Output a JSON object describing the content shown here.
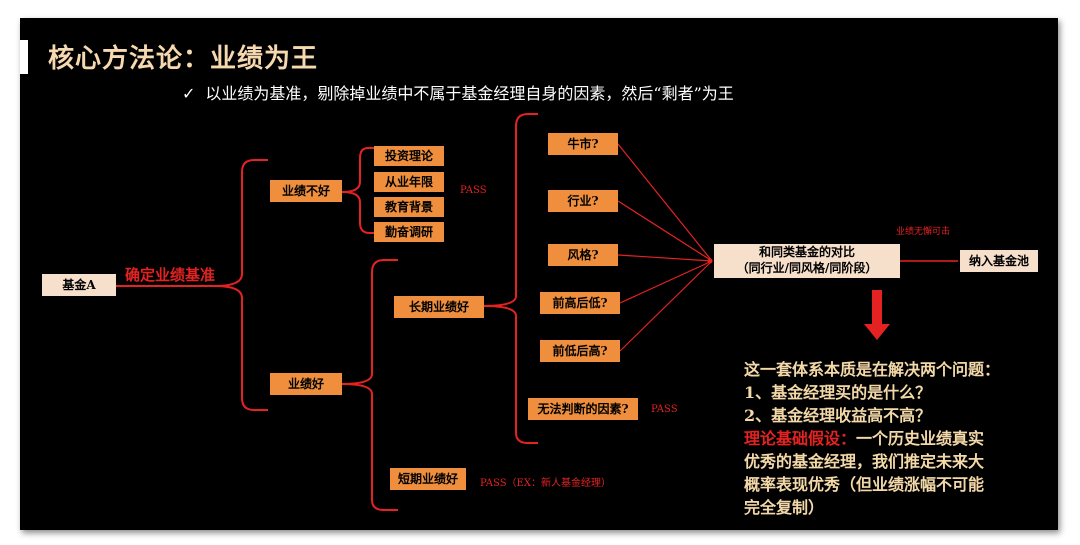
{
  "title": "核心方法论：业绩为王",
  "subtitle": "以业绩为基准，剔除掉业绩中不属于基金经理自身的因素，然后“剩者”为王",
  "nodes": {
    "fund_a": "基金A",
    "determine": "确定业绩基准",
    "bad": "业绩不好",
    "good": "业绩好",
    "bad_items": [
      "投资理论",
      "从业年限",
      "教育背景",
      "勤奋调研"
    ],
    "bad_pass": "PASS",
    "long_good": "长期业绩好",
    "short_good": "短期业绩好",
    "short_pass": "PASS（EX：新人基金经理）",
    "factors": [
      "牛市?",
      "行业?",
      "风格?",
      "前高后低?",
      "前低后高?"
    ],
    "unknown": "无法判断的因素?",
    "unknown_pass": "PASS",
    "compare_line1": "和同类基金的对比",
    "compare_line2": "（同行业/同风格/同阶段）",
    "flawless": "业绩无懈可击",
    "pool": "纳入基金池"
  },
  "note": {
    "l1": "这一套体系本质是在解决两个问题：",
    "l2": "1、基金经理买的是什么？",
    "l3": "2、基金经理收益高不高？",
    "l4_hl": "理论基础假设：",
    "l4_rest": "一个历史业绩真实",
    "l5": "优秀的基金经理，我们推定未来大",
    "l6": "概率表现优秀（但业绩涨幅不可能",
    "l7": "完全复制）"
  },
  "colors": {
    "background": "#000000",
    "box_orange": "#ef8f3d",
    "box_light": "#f6e0cc",
    "accent_red": "#e52222",
    "title": "#f7d9b0"
  },
  "icons": {
    "check": "check-icon",
    "arrow": "down-arrow-icon"
  }
}
